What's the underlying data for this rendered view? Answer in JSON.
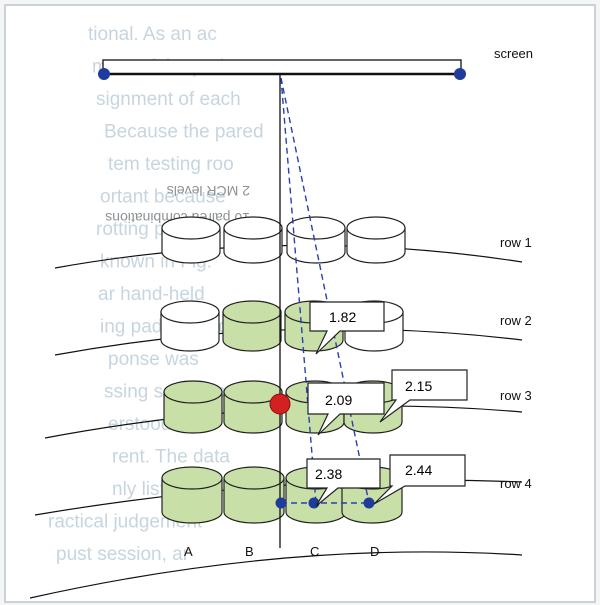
{
  "diagram": {
    "screen_label": "screen",
    "rows": [
      {
        "label": "row 1"
      },
      {
        "label": "row 2"
      },
      {
        "label": "row 3"
      },
      {
        "label": "row 4"
      }
    ],
    "columns": [
      "A",
      "B",
      "C",
      "D"
    ],
    "callouts": [
      {
        "id": "c1",
        "value": "1.82"
      },
      {
        "id": "c2",
        "value": "2.09"
      },
      {
        "id": "c3",
        "value": "2.15"
      },
      {
        "id": "c4",
        "value": "2.38"
      },
      {
        "id": "c5",
        "value": "2.44"
      }
    ],
    "colors": {
      "pad_outline": "#222222",
      "pad_empty": "#ffffff",
      "pad_filled": "#c8e0a8",
      "dot_blue": "#1f3b9c",
      "dot_red": "#d42020",
      "dashed_line": "#2a3fb0",
      "screen_bar": "#ffffff"
    },
    "background_text": [
      "tional. As an ac",
      "ment of the pad",
      "signment of each",
      "Because the pared",
      "tem testing roo",
      "ortant because",
      "rotting pads",
      "known in Fig.",
      "ar hand-held",
      "ing pads sound",
      "ponse was",
      "ssing software",
      "erstood the",
      "rent. The data",
      "nly listened",
      "ractical judgement",
      "pust session, ar"
    ],
    "mirror_text": [
      "2 MCR levels",
      "10 paired combinations"
    ]
  }
}
